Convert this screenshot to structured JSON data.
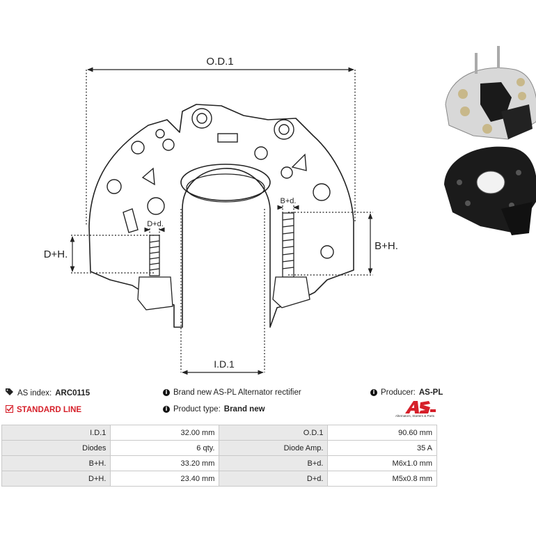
{
  "drawing": {
    "od_label": "O.D.1",
    "id_label": "I.D.1",
    "bh_label": "B+H.",
    "dh_label": "D+H.",
    "bd_label": "B+d.",
    "dd_label": "D+d."
  },
  "info": {
    "index_label": "AS index:",
    "index_value": "ARC0115",
    "description": "Brand new AS-PL Alternator rectifier",
    "producer_label": "Producer:",
    "producer_value": "AS-PL",
    "line_label": "STANDARD LINE",
    "type_label": "Product type:",
    "type_value": "Brand new",
    "logo_caption": "Alternators, Starters & Parts"
  },
  "specs": [
    {
      "l1": "I.D.1",
      "v1": "32.00 mm",
      "l2": "O.D.1",
      "v2": "90.60 mm"
    },
    {
      "l1": "Diodes",
      "v1": "6 qty.",
      "l2": "Diode Amp.",
      "v2": "35 A"
    },
    {
      "l1": "B+H.",
      "v1": "33.20 mm",
      "l2": "B+d.",
      "v2": "M6x1.0 mm"
    },
    {
      "l1": "D+H.",
      "v1": "23.40 mm",
      "l2": "D+d.",
      "v2": "M5x0.8 mm"
    }
  ],
  "colors": {
    "accent_red": "#d6202a",
    "label_bg": "#e9e9e9",
    "border": "#c9c9c9"
  }
}
